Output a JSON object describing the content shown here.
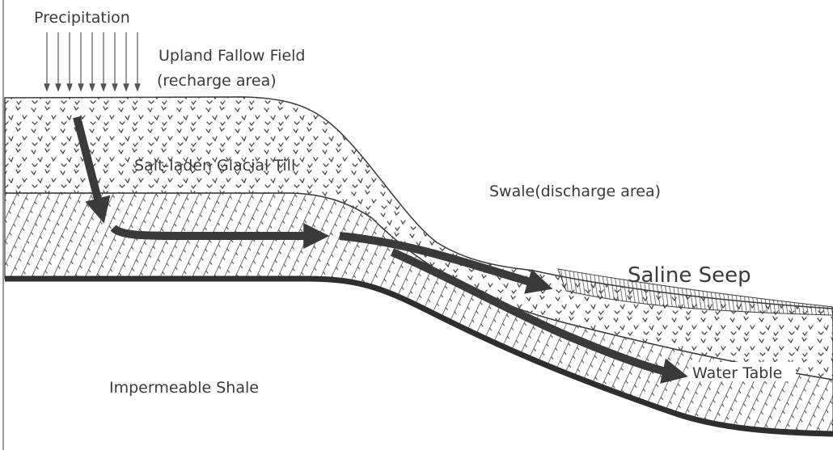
{
  "labels": {
    "precipitation": "Precipitation",
    "field_line1": "Upland Fallow Field",
    "field_line2": "(recharge area)",
    "till": "Salt-laden Glacial Till",
    "swale": "Swale(discharge area)",
    "seep": "Saline Seep",
    "water_table": "Water Table",
    "shale": "Impermeable Shale"
  },
  "colors": {
    "ink": "#3a3a3a",
    "background": "#ffffff"
  }
}
